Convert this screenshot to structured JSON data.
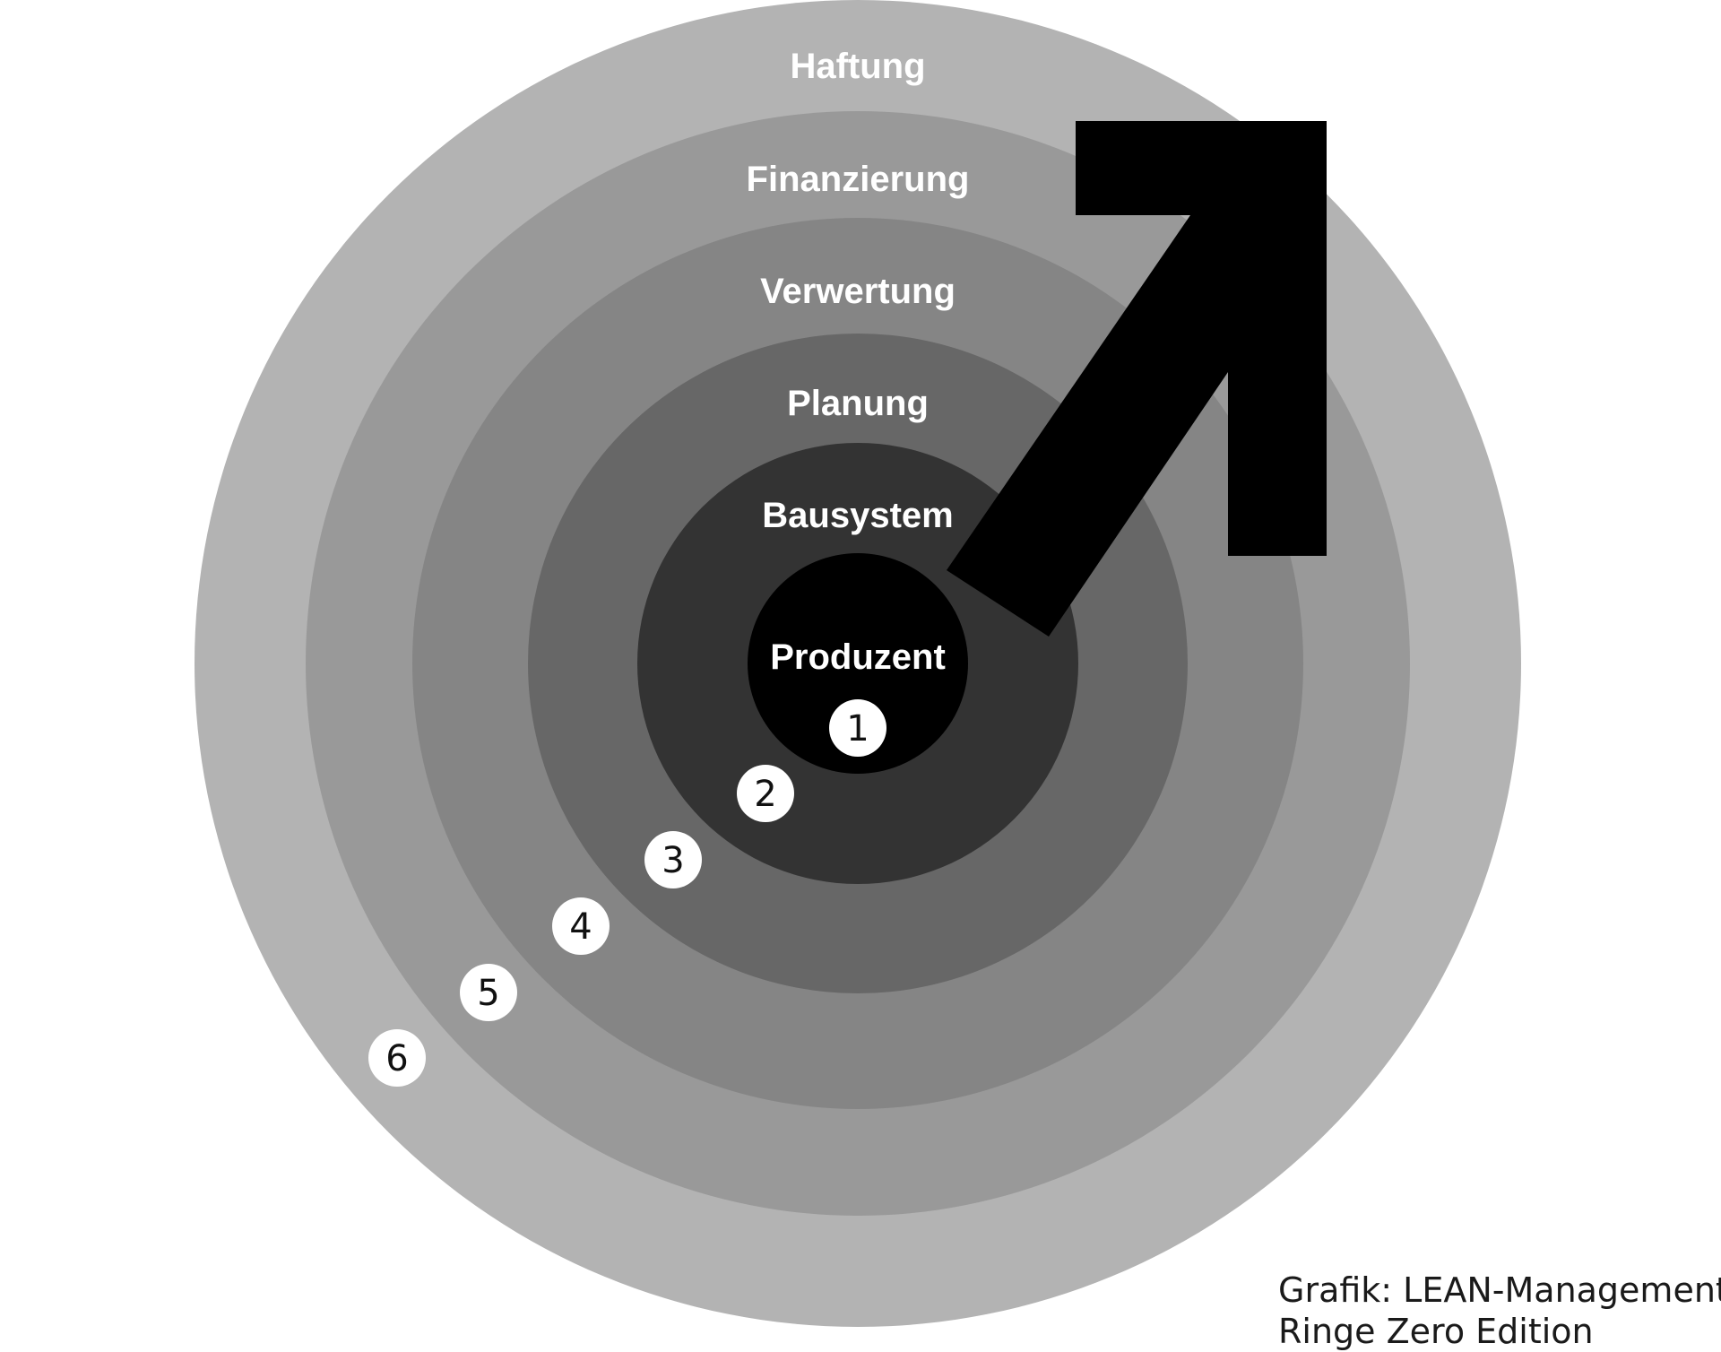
{
  "rings": [
    {
      "label": "Haftung",
      "number": "6",
      "color": "#b3b3b3"
    },
    {
      "label": "Finanzierung",
      "number": "5",
      "color": "#999999"
    },
    {
      "label": "Verwertung",
      "number": "4",
      "color": "#858585"
    },
    {
      "label": "Planung",
      "number": "3",
      "color": "#676767"
    },
    {
      "label": "Bausystem",
      "number": "2",
      "color": "#333333"
    },
    {
      "label": "Produzent",
      "number": "1",
      "color": "#000000"
    }
  ],
  "arrow_color": "#000000",
  "badge_color": "#ffffff",
  "credit": {
    "line1": "Grafik: LEAN-Management",
    "line2": "Ringe Zero Edition"
  }
}
